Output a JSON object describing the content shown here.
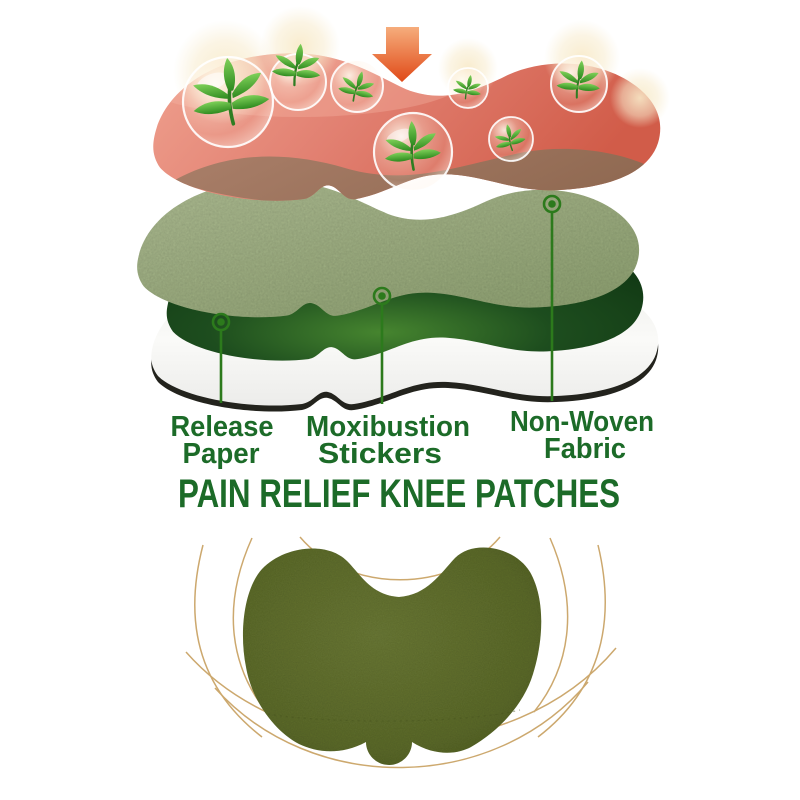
{
  "title": "PAIN RELIEF KNEE PATCHES",
  "diagram": {
    "arrow_icon": "down-arrow",
    "callouts": [
      {
        "line1": "Release",
        "line2": "Paper"
      },
      {
        "line1": "Moxibustion",
        "line2": "Stickers"
      },
      {
        "line1": "Non-Woven",
        "line2": "Fabric"
      }
    ],
    "layers": [
      {
        "name": "herbal-adhesive-layer",
        "color": "#e2806f"
      },
      {
        "name": "moxibustion-sticker-layer",
        "color": "#a9b98a"
      },
      {
        "name": "non-woven-fabric-layer",
        "color": "#1b4a1c"
      },
      {
        "name": "release-paper-layer",
        "color": "#f7f7f5"
      }
    ]
  },
  "product": {
    "patch_color": "#5f6e2b",
    "outline_color": "#c49a55"
  },
  "colors": {
    "label_green": "#1c6b28",
    "pin_green": "#2c7a1c",
    "arrow_orange": "#e8551e"
  }
}
